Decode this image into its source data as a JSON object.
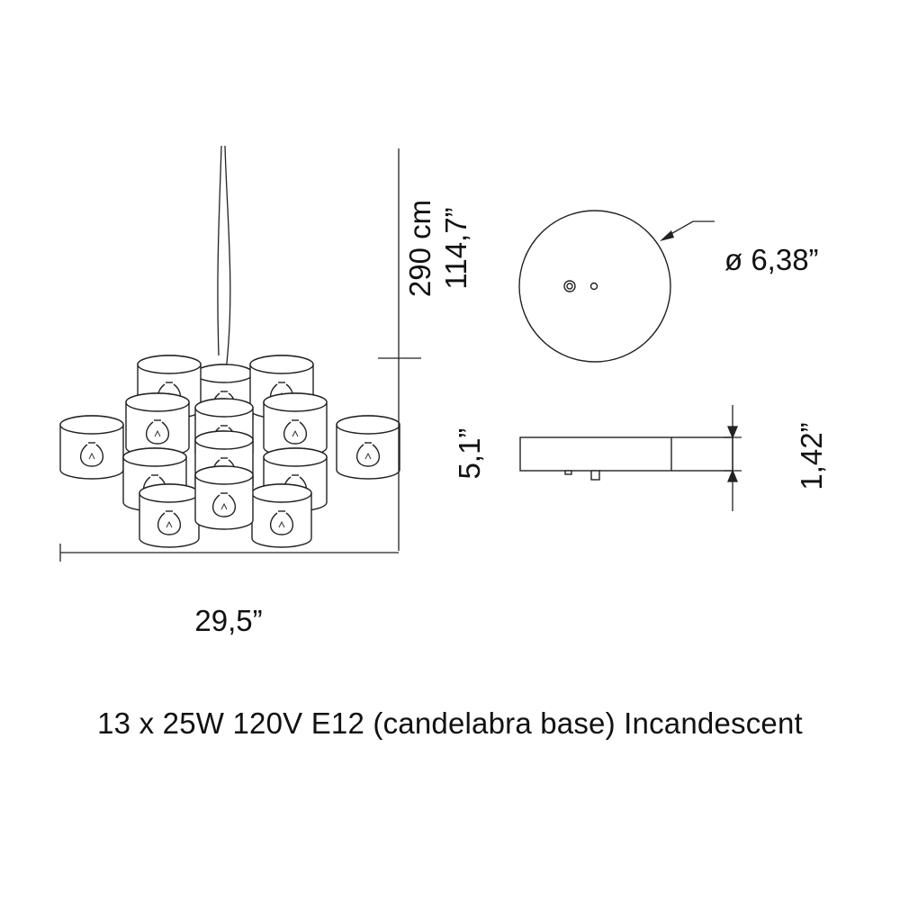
{
  "dimensions": {
    "drop_length_cm": "290 cm",
    "drop_length_in": "114,7”",
    "body_height": "5,1”",
    "width": "29,5”",
    "canopy_diameter": "ø 6,38”",
    "canopy_height": "1,42”"
  },
  "caption": "13 x 25W 120V E12 (candelabra base) Incandescent",
  "colors": {
    "line": "#222222",
    "background": "#ffffff"
  }
}
